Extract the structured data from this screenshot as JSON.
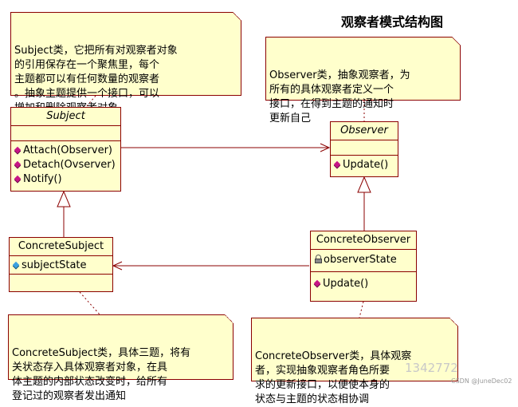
{
  "diagram": {
    "title": "观察者模式结构图",
    "notes": {
      "subject_note": "Subject类，它把所有对观察者对象\n的引用保存在一个聚焦里，每个\n主题都可以有任何数量的观察者\n。抽象主题提供一个接口，可以\n增加和删除观察者对象",
      "observer_note": "Observer类，抽象观察者，为\n所有的具体观察者定义一个\n接口，在得到主题的通知时\n更新自己",
      "concrete_subject_note": "ConcreteSubject类，具体三题，将有\n关状态存入具体观察者对象，在具\n体主题的内部状态改变时，给所有\n登记过的观察者发出通知",
      "concrete_observer_note": "ConcreteObserver类，具体观察\n者，实现抽象观察者角色所要\n求的更新接口，以便使本身的\n状态与主题的状态相协调"
    },
    "classes": {
      "subject": {
        "name": "Subject",
        "operations": [
          "Attach(Observer)",
          "Detach(Ovserver)",
          "Notify()"
        ]
      },
      "observer": {
        "name": "Observer",
        "operations": [
          "Update()"
        ]
      },
      "concrete_subject": {
        "name": "ConcreteSubject",
        "attributes": [
          "subjectState"
        ]
      },
      "concrete_observer": {
        "name": "ConcreteObserver",
        "attributes": [
          "observerState"
        ],
        "operations": [
          "Update()"
        ]
      }
    },
    "icons": {
      "operation": "operation-diamond-icon",
      "attribute": "attribute-diamond-icon",
      "private": "lock-icon"
    },
    "colors": {
      "box_fill": "#ffffcc",
      "box_border": "#8b0000",
      "line": "#8b0000",
      "operation_icon": "#c71585",
      "attribute_icon": "#3aa0e0"
    }
  },
  "watermark": {
    "text": "CSDN @JuneDec02",
    "background_text": "1342772"
  }
}
